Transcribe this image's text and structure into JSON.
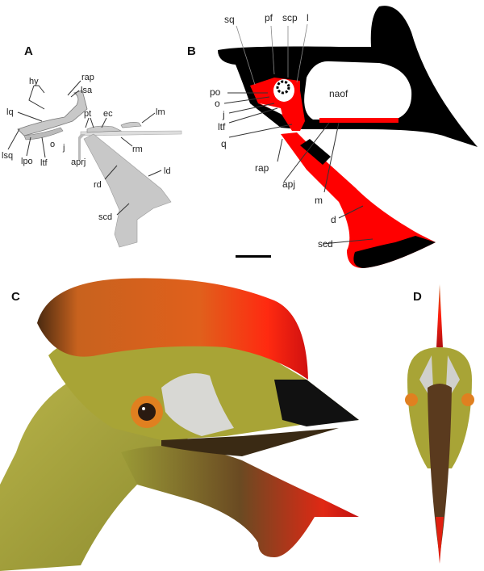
{
  "panels": {
    "a": {
      "label": "A",
      "labels": [
        "hy",
        "rap",
        "lsa",
        "lq",
        "pt",
        "ec",
        "lm",
        "lsq",
        "lpo",
        "ltf",
        "o",
        "j",
        "aprj",
        "rm",
        "ld",
        "rd",
        "scd"
      ]
    },
    "b": {
      "label": "B",
      "labels": [
        "sq",
        "pf",
        "scp",
        "l",
        "po",
        "o",
        "j",
        "ltf",
        "q",
        "rap",
        "apj",
        "m",
        "d",
        "scd",
        "naof"
      ]
    },
    "c": {
      "label": "C"
    },
    "d": {
      "label": "D"
    }
  },
  "colors": {
    "bone_red": "#ff0000",
    "bone_black": "#000000",
    "fossil_gray": "#c8c8c8"
  }
}
